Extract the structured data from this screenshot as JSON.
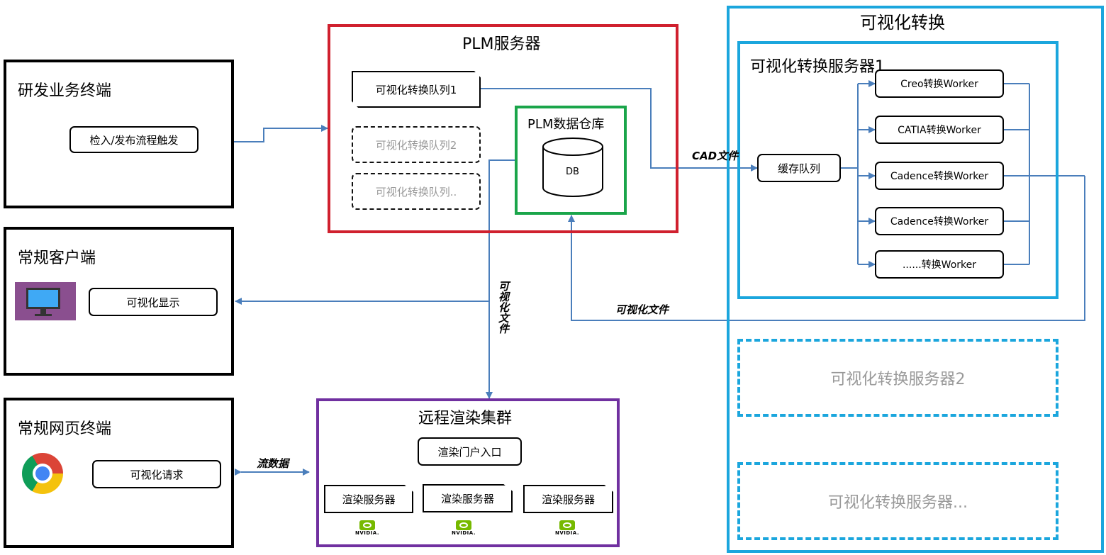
{
  "terminals": {
    "rd": {
      "title": "研发业务终端",
      "button": "检入/发布流程触发"
    },
    "client": {
      "title": "常规客户端",
      "button": "可视化显示"
    },
    "web": {
      "title": "常规网页终端",
      "button": "可视化请求"
    }
  },
  "plm": {
    "title": "PLM服务器",
    "queues": [
      "可视化转换队列1",
      "可视化转换队列2",
      "可视化转换队列.."
    ],
    "warehouse": {
      "title": "PLM数据仓库",
      "db": "DB"
    }
  },
  "conversion": {
    "title": "可视化转换",
    "server1": {
      "title": "可视化转换服务器1",
      "cache": "缓存队列",
      "workers": [
        "Creo转换Worker",
        "CATIA转换Worker",
        "Cadence转换Worker",
        "Cadence转换Worker",
        "......转换Worker"
      ]
    },
    "server2": "可视化转换服务器2",
    "server3": "可视化转换服务器..."
  },
  "render": {
    "title": "远程渲染集群",
    "portal": "渲染门户入口",
    "servers": [
      "渲染服务器",
      "渲染服务器",
      "渲染服务器"
    ],
    "gpu_brand": "NVIDIA."
  },
  "edge_labels": {
    "cad": "CAD文件",
    "vis_back": "可视化文件",
    "vis_down": "可视化文件",
    "stream": "流数据"
  },
  "colors": {
    "plm_border": "#d0202e",
    "warehouse_border": "#1aa54a",
    "conversion_border": "#1ba6dd",
    "render_border": "#7030a0",
    "arrow": "#4a7ebb"
  }
}
